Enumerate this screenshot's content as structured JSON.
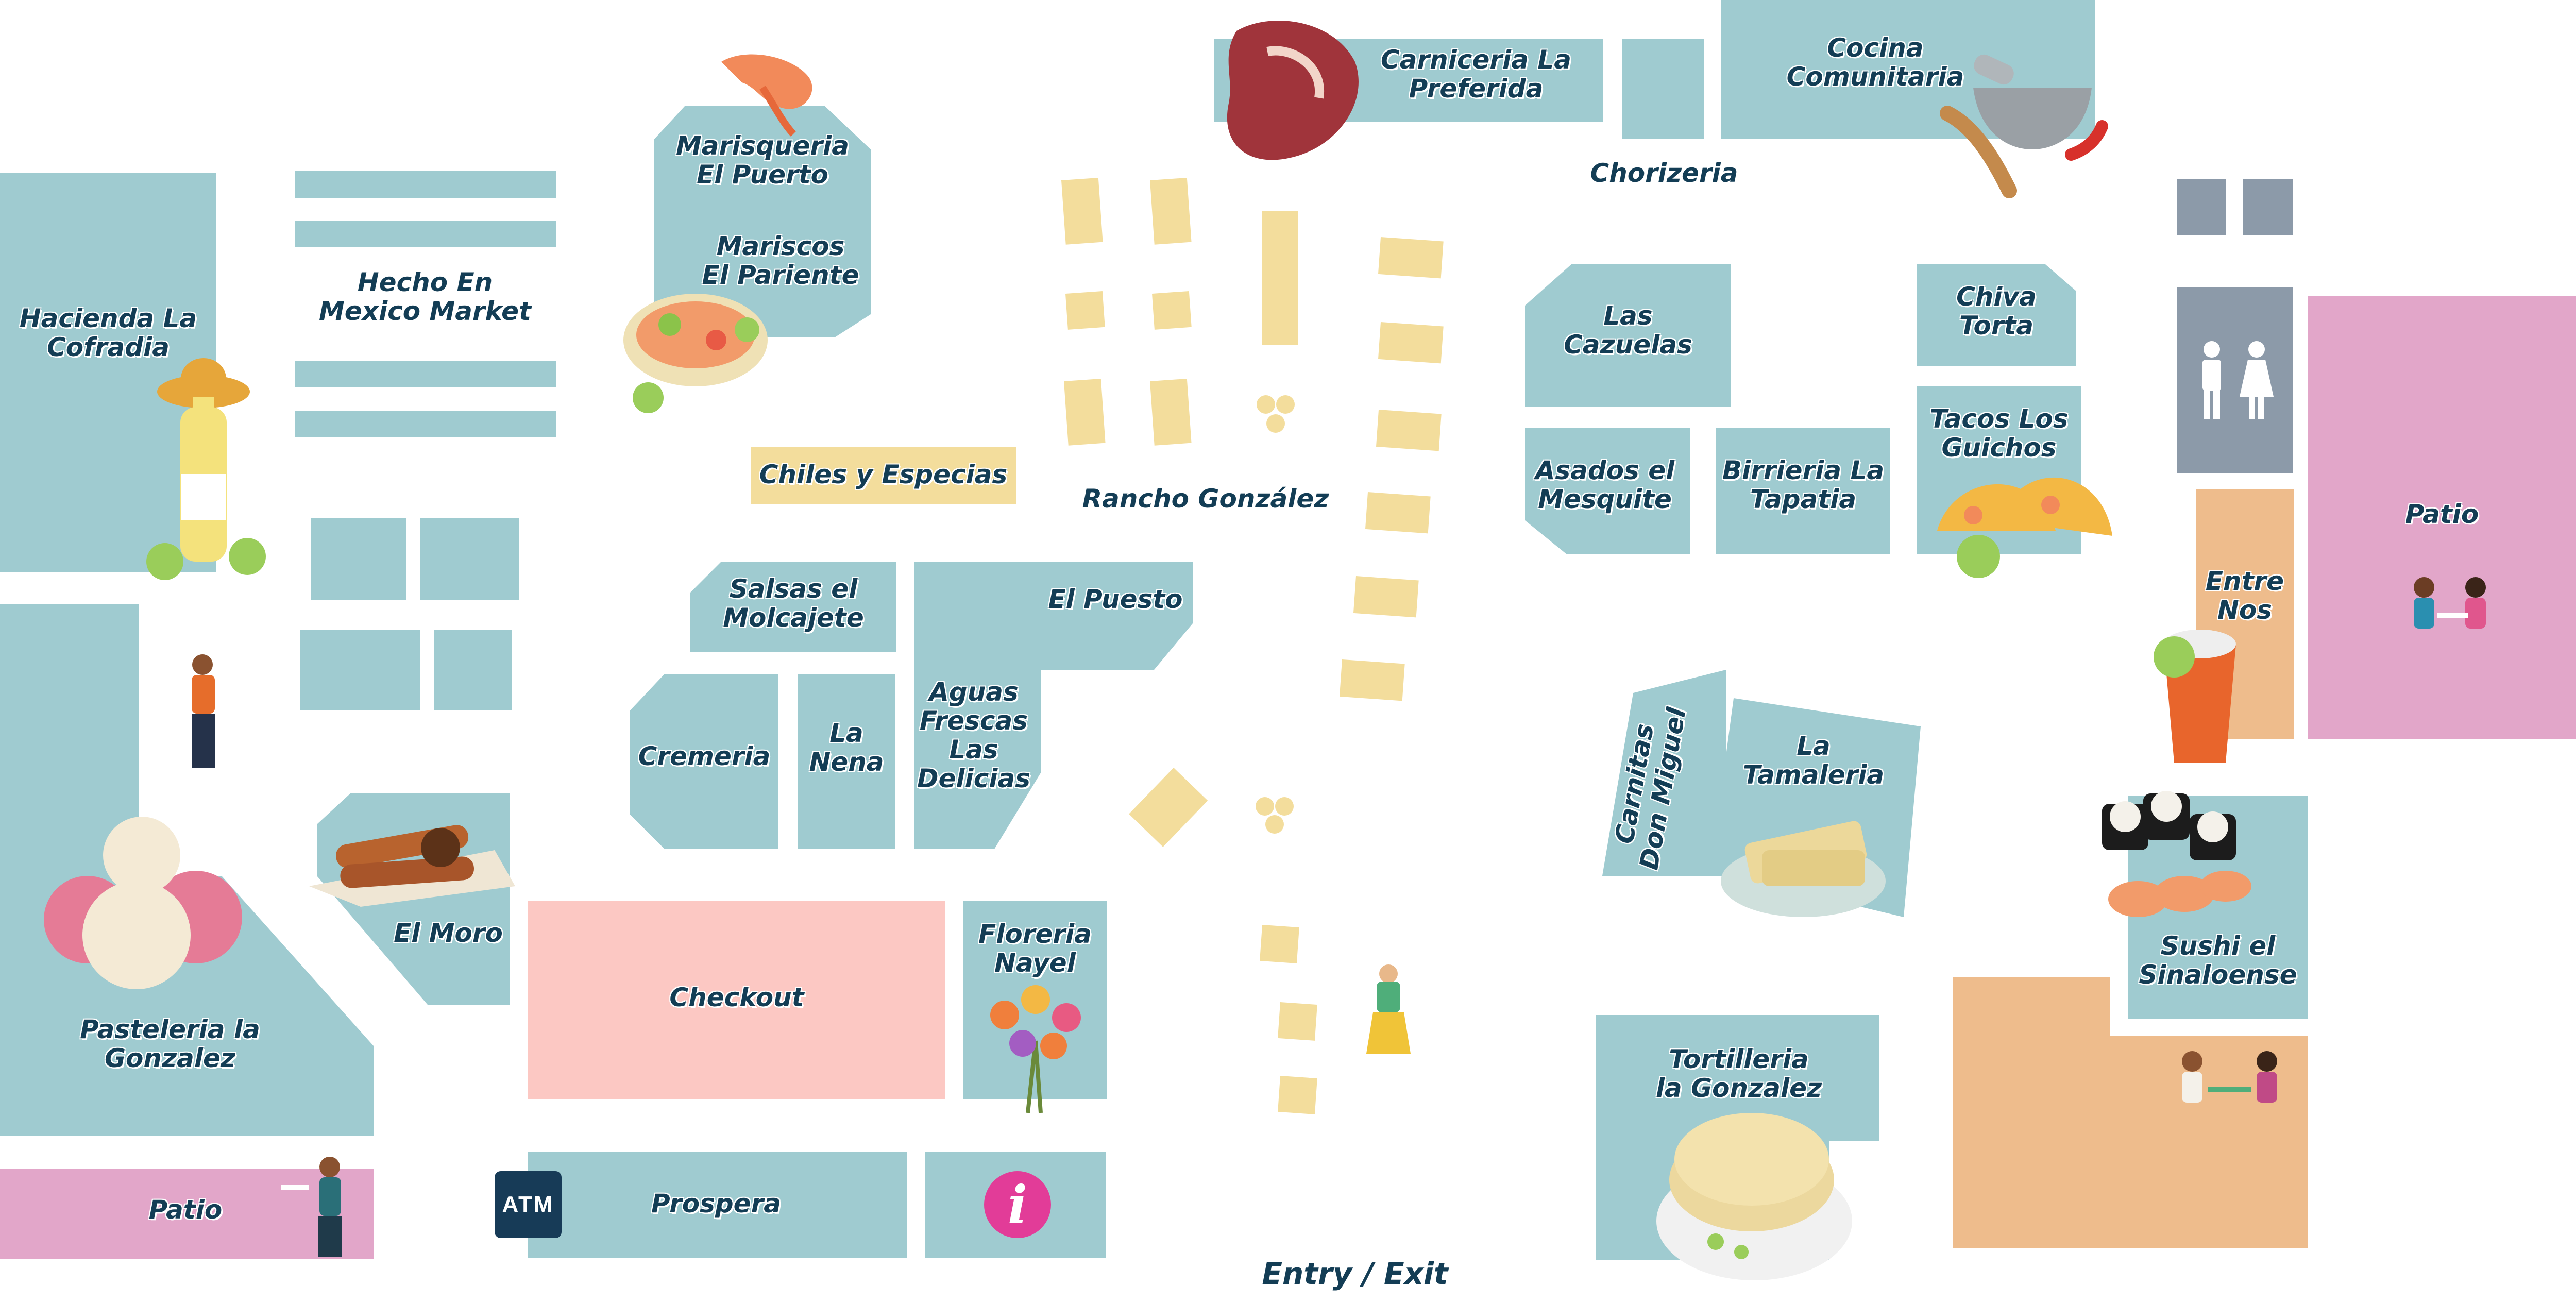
{
  "map": {
    "entry_label": "Entry / Exit",
    "colors": {
      "vendor_stall": "#9fcbd0",
      "patio": "#e2a6c9",
      "dining": "#eebc8c",
      "checkout": "#fcc8c3",
      "restroom": "#8c9aa9",
      "kiosk": "#f3dd9c",
      "label_text": "#133d55",
      "atm": "#173b57",
      "info": "#e23c98"
    },
    "stalls": {
      "hacienda": "Hacienda La\nCofradia",
      "hecho_en_mexico": "Hecho En\nMexico Market",
      "marisqueria": "Marisqueria\nEl Puerto",
      "mariscos": "Mariscos\nEl Pariente",
      "carniceria": "Carniceria La\nPreferida",
      "cocina": "Cocina\nComunitaria",
      "chorizeria": "Chorizeria",
      "chiles": "Chiles y Especias",
      "rancho": "Rancho González",
      "las_cazuelas": "Las\nCazuelas",
      "chiva_torta": "Chiva\nTorta",
      "asados": "Asados el\nMesquite",
      "birrieria": "Birrieria La\nTapatia",
      "tacos_guichos": "Tacos Los\nGuichos",
      "salsas": "Salsas el\nMolcajete",
      "el_puesto": "El Puesto",
      "cremeria": "Cremeria",
      "la_nena": "La\nNena",
      "aguas_frescas": "Aguas\nFrescas\nLas\nDelicias",
      "carnitas": "Carnitas\nDon Miguel",
      "la_tamaleria": "La\nTamaleria",
      "entre_nos": "Entre\nNos",
      "patio_right": "Patio",
      "el_moro": "El Moro",
      "pasteleria": "Pasteleria la\nGonzalez",
      "checkout": "Checkout",
      "floreria": "Floreria\nNayel",
      "sushi": "Sushi el\nSinaloense",
      "tortilleria": "Tortilleria\nla Gonzalez",
      "patio_left": "Patio",
      "prospera": "Prospera",
      "atm": "ATM",
      "info": "i"
    },
    "icons": [
      "restroom-icon",
      "atm-icon",
      "info-icon"
    ]
  }
}
